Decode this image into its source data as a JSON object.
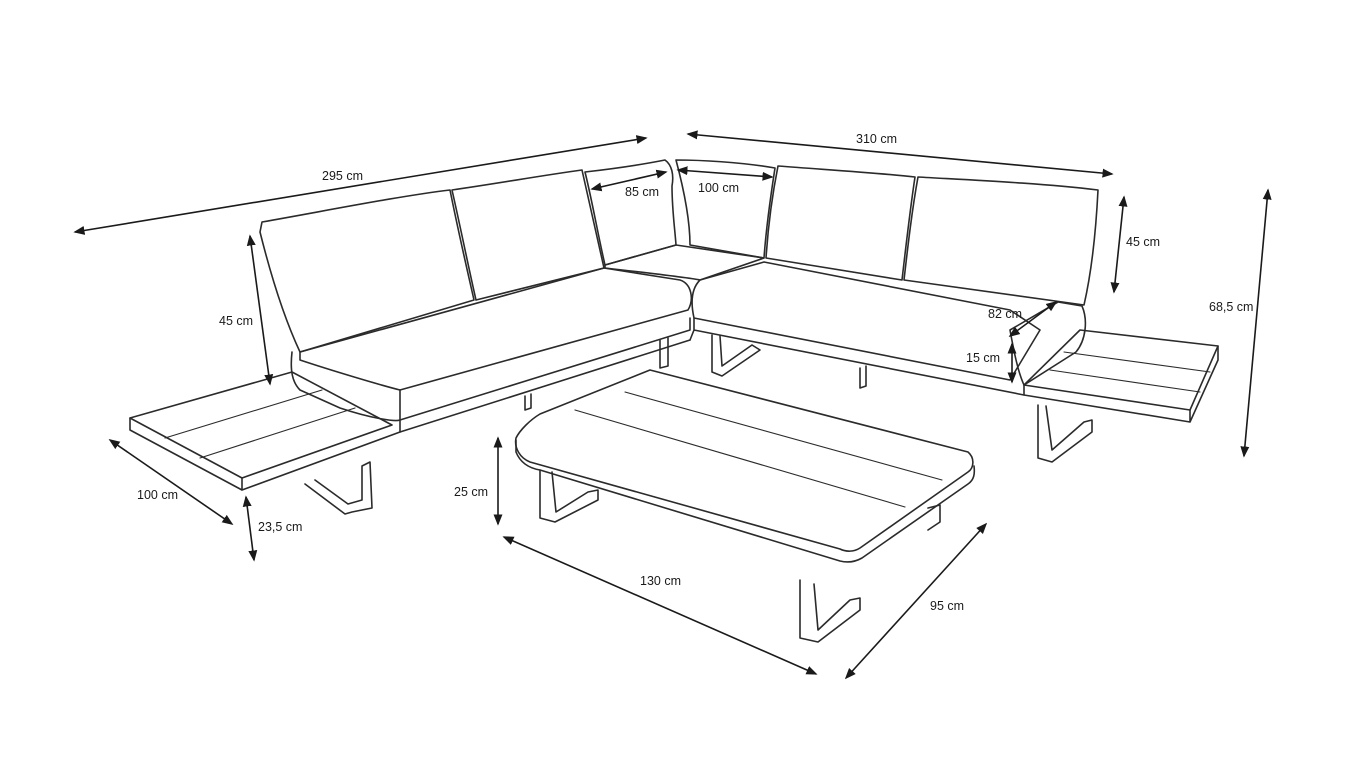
{
  "dimensions": {
    "total_left": "295 cm",
    "total_right": "310 cm",
    "corner_left_depth": "85 cm",
    "corner_right_width": "100 cm",
    "back_height_left": "45 cm",
    "back_height_right": "45 cm",
    "overall_height": "68,5 cm",
    "armrest_depth": "82 cm",
    "seat_thickness": "15 cm",
    "side_table_depth": "100 cm",
    "side_table_height": "23,5 cm",
    "coffee_table_height": "25 cm",
    "coffee_table_length": "130 cm",
    "coffee_table_width": "95 cm"
  }
}
